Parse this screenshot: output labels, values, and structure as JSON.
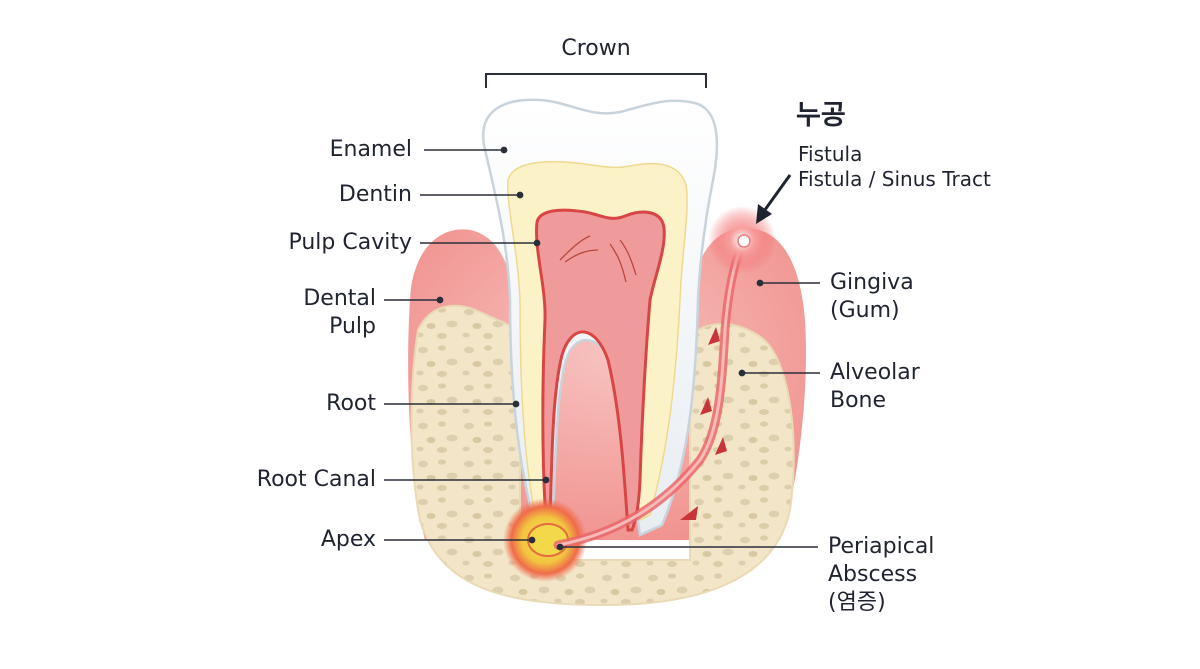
{
  "labels": {
    "crown": "Crown",
    "enamel": "Enamel",
    "dentin": "Dentin",
    "pulp_cavity": "Pulp Cavity",
    "dental_pulp_1": "Dental",
    "dental_pulp_2": "Pulp",
    "root": "Root",
    "root_canal": "Root Canal",
    "apex": "Apex",
    "fistula_korean": "누공",
    "fistula_en": "Fistula",
    "fistula_sinus": "Fistula / Sinus Tract",
    "gingiva_1": "Gingiva",
    "gingiva_2": "(Gum)",
    "alveolar_1": "Alveolar",
    "alveolar_2": "Bone",
    "periapical_1": "Periapical",
    "periapical_2": "Abscess",
    "periapical_3": "(염증)"
  },
  "colors": {
    "enamel": "#f4f6f8",
    "dentin": "#fbf2c8",
    "pulp": "#f08a8a",
    "gingiva": "#f5a9a6",
    "bone": "#f3e6c8",
    "abscess": "#f2d24a",
    "inflammation": "#e53935",
    "leader_line": "#2a2f3a"
  },
  "icons": {
    "fistula_arrow": "arrow-pointer-icon",
    "pus_flow": "arrow-up-icon"
  }
}
